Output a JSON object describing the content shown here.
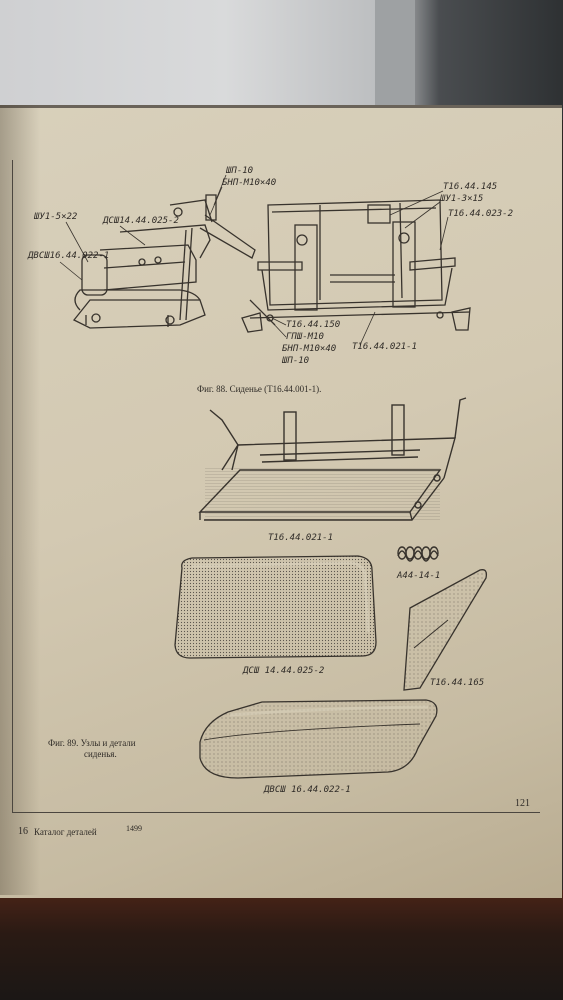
{
  "figure88": {
    "caption": "Фиг. 88. Сиденье (Т16.44.001-1).",
    "labels": {
      "shp10_top": "ШП-10",
      "bnp_top": "БНП-М10×40",
      "shu1": "ШУ1-5×22",
      "dsh": "ДСШ14.44.025-2",
      "dvsh": "ДВСШ16.44.022-1",
      "t16_145": "Т16.44.145",
      "shu1_3": "ШУ1-3×15",
      "t16_023": "Т16.44.023-2",
      "t16_150": "Т16.44.150",
      "gpsh": "ГПШ-М10",
      "bnp_bot": "БНП-М10×40",
      "shp10_bot": "ШП-10",
      "t16_021": "Т16.44.021-1"
    }
  },
  "figure89": {
    "caption_line1": "Фиг. 89. Узлы и детали",
    "caption_line2": "сиденья.",
    "labels": {
      "frame": "Т16.44.021-1",
      "spring": "А44-14-1",
      "back_cushion": "ДСШ 14.44.025-2",
      "plate": "Т16.44.165",
      "seat_cushion": "ДВСШ 16.44.022-1"
    }
  },
  "footer": {
    "section_number": "16",
    "catalog_title": "Каталог деталей",
    "code": "1499",
    "page_number": "121"
  }
}
